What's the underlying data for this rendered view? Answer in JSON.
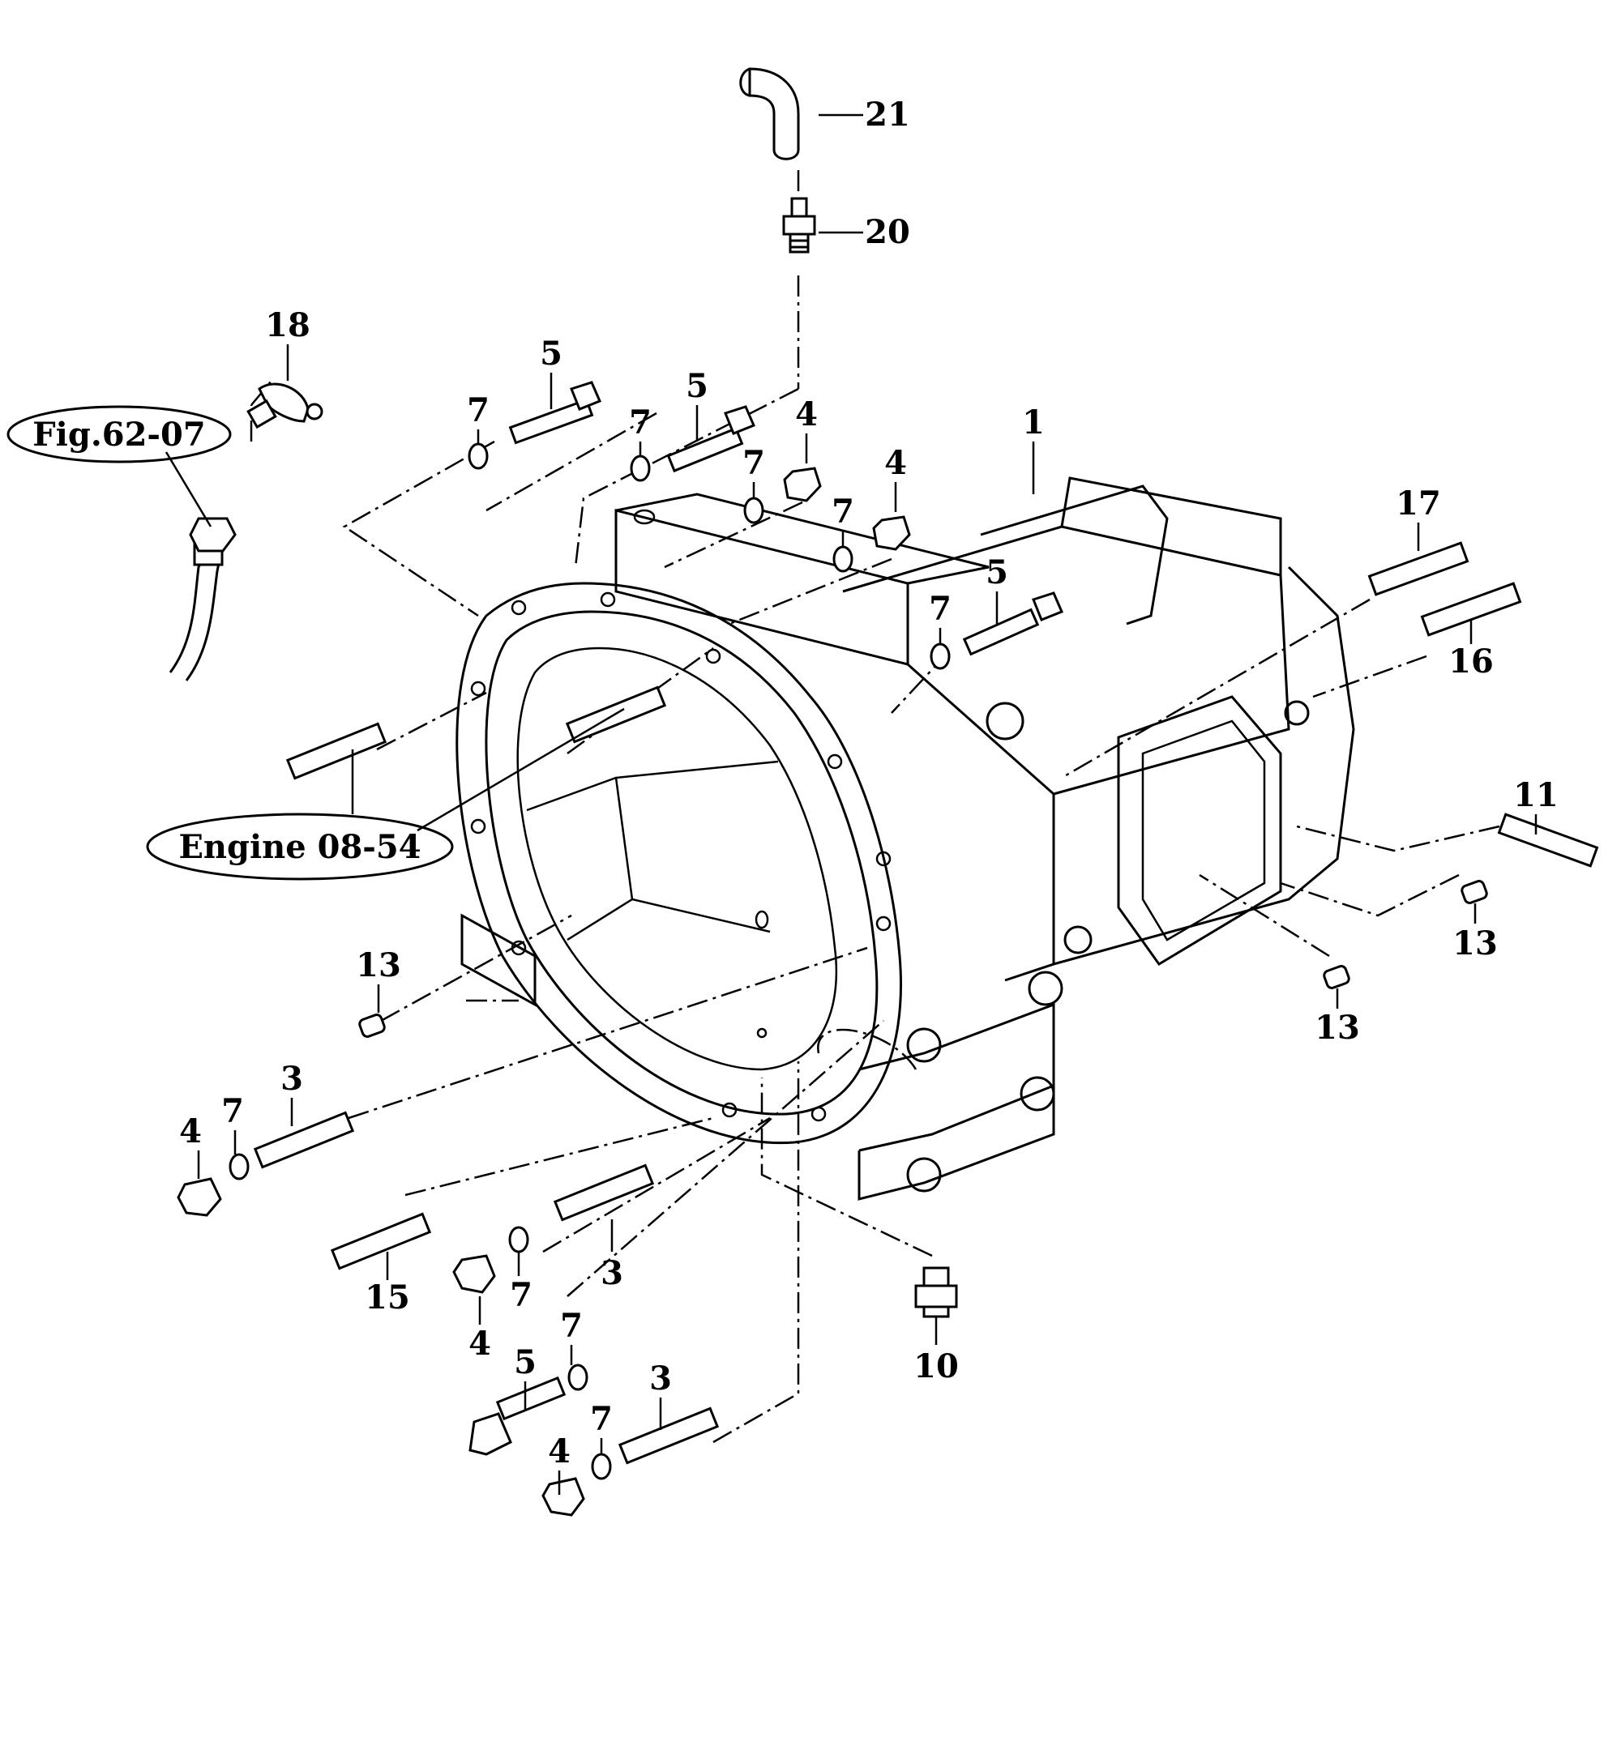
{
  "callouts": [
    {
      "label": "21"
    },
    {
      "label": "20"
    },
    {
      "label": "18"
    },
    {
      "label": "5"
    },
    {
      "label": "5"
    },
    {
      "label": "7"
    },
    {
      "label": "7"
    },
    {
      "label": "4"
    },
    {
      "label": "7"
    },
    {
      "label": "4"
    },
    {
      "label": "7"
    },
    {
      "label": "1"
    },
    {
      "label": "7"
    },
    {
      "label": "5"
    },
    {
      "label": "17"
    },
    {
      "label": "16"
    },
    {
      "label": "11"
    },
    {
      "label": "13"
    },
    {
      "label": "13"
    },
    {
      "label": "13"
    },
    {
      "label": "3"
    },
    {
      "label": "4"
    },
    {
      "label": "7"
    },
    {
      "label": "3"
    },
    {
      "label": "15"
    },
    {
      "label": "4"
    },
    {
      "label": "7"
    },
    {
      "label": "7"
    },
    {
      "label": "5"
    },
    {
      "label": "3"
    },
    {
      "label": "4"
    },
    {
      "label": "7"
    },
    {
      "label": "10"
    }
  ],
  "references": {
    "fig_ref": "Fig.62-07",
    "engine_ref": "Engine 08-54"
  }
}
